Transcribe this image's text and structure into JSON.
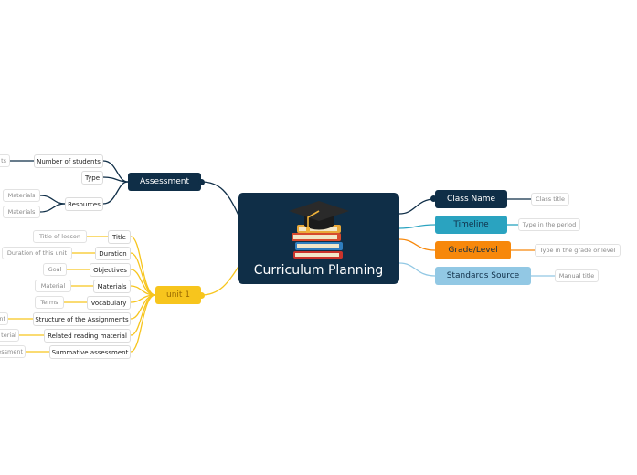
{
  "central": {
    "title": "Curriculum Planning",
    "image": "graduation-cap-books-icon"
  },
  "colors": {
    "central": "#0f2e47",
    "assessment": "#0f2e47",
    "class_name": "#0f2e47",
    "timeline": "#2aa3c0",
    "grade_level": "#f7880b",
    "standards_source": "#92c8e4",
    "unit1": "#f7c51d"
  },
  "right_topics": [
    {
      "label": "Class Name",
      "child": "Class title"
    },
    {
      "label": "Timeline",
      "child": "Type in the period"
    },
    {
      "label": "Grade/Level",
      "child": "Type in the grade or level"
    },
    {
      "label": "Standards Source",
      "child": "Manual title"
    }
  ],
  "assessment": {
    "label": "Assessment",
    "items": [
      {
        "label": "Number of students",
        "children": [
          "ts"
        ]
      },
      {
        "label": "Type",
        "children": []
      },
      {
        "label": "Resources",
        "children": [
          "Materials",
          "Materials"
        ]
      }
    ]
  },
  "unit1": {
    "label": "unit 1",
    "items": [
      {
        "label": "Title",
        "child": "Title of lesson"
      },
      {
        "label": "Duration",
        "child": "Duration of this unit"
      },
      {
        "label": "Objectives",
        "child": "Goal"
      },
      {
        "label": "Materials",
        "child": "Material"
      },
      {
        "label": "Vocabulary",
        "child": "Terms"
      },
      {
        "label": "Structure of the Assignments",
        "child": "nt"
      },
      {
        "label": "Related reading material",
        "child": "terial"
      },
      {
        "label": "Summative assessment",
        "child": "ssessment"
      }
    ]
  }
}
